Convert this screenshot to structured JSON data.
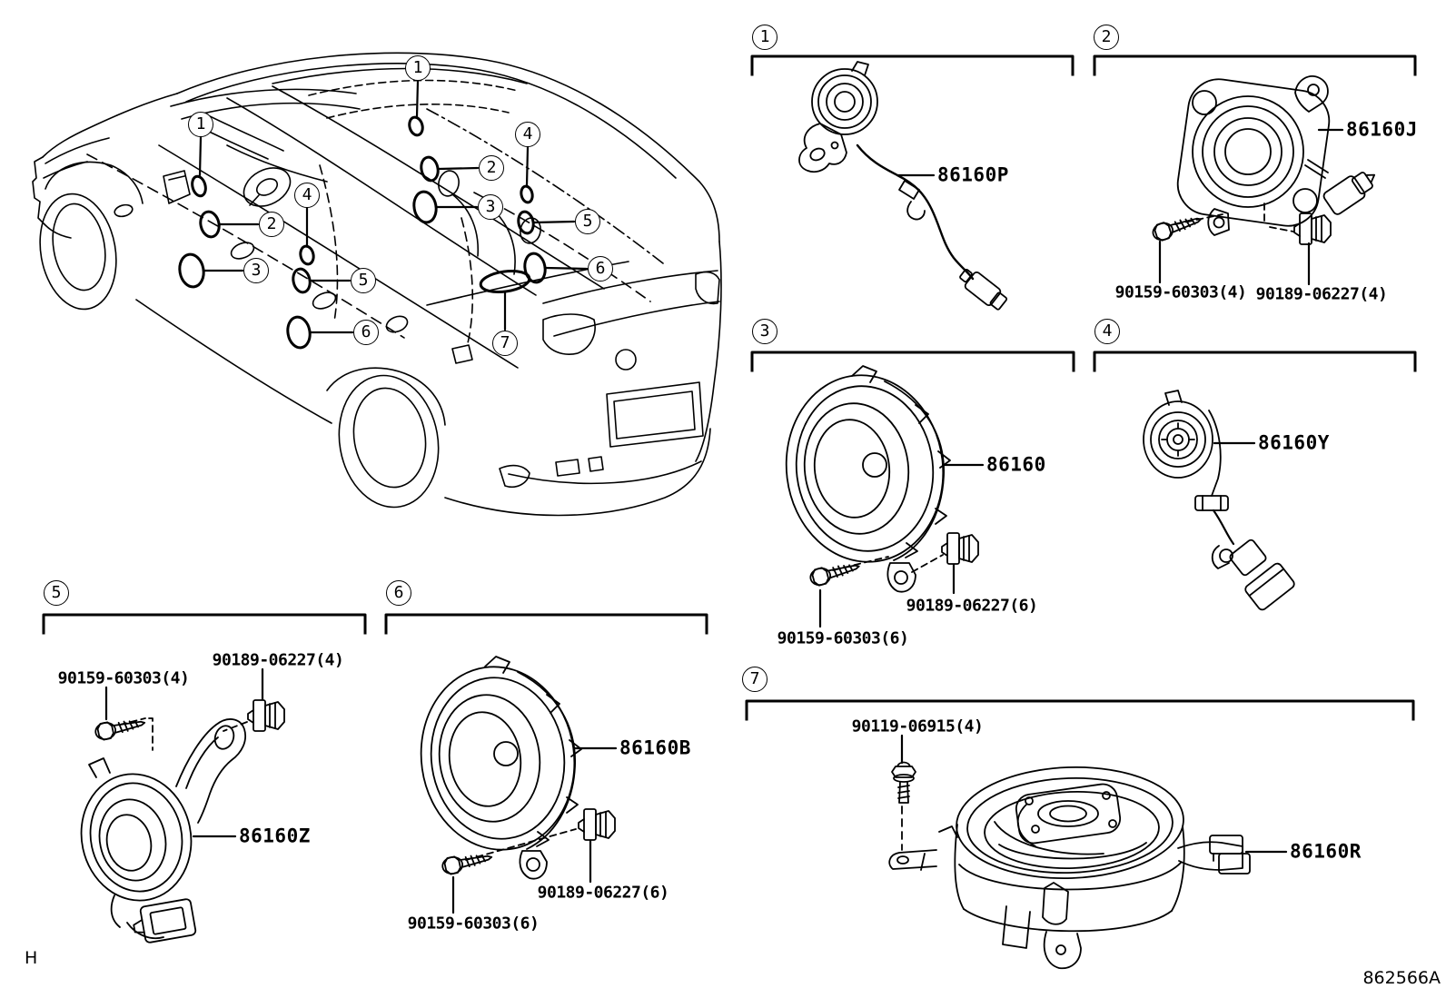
{
  "footer": {
    "page_code": "H",
    "diagram_code": "862566A"
  },
  "car": {
    "left_callouts": [
      "1",
      "2",
      "3",
      "4",
      "5",
      "6"
    ],
    "right_callouts": [
      "1",
      "2",
      "3",
      "4",
      "5",
      "6",
      "7"
    ]
  },
  "sections": [
    {
      "callout": "1",
      "part_label": "86160P"
    },
    {
      "callout": "2",
      "part_label": "86160J",
      "screw_label": "90159-60303(4)",
      "clip_label": "90189-06227(4)"
    },
    {
      "callout": "3",
      "part_label": "86160",
      "screw_label": "90159-60303(6)",
      "clip_label": "90189-06227(6)"
    },
    {
      "callout": "4",
      "part_label": "86160Y"
    },
    {
      "callout": "5",
      "part_label": "86160Z",
      "screw_label": "90159-60303(4)",
      "clip_label": "90189-06227(4)"
    },
    {
      "callout": "6",
      "part_label": "86160B",
      "screw_label": "90159-60303(6)",
      "clip_label": "90189-06227(6)"
    },
    {
      "callout": "7",
      "part_label": "86160R",
      "bolt_label": "90119-06915(4)"
    }
  ]
}
